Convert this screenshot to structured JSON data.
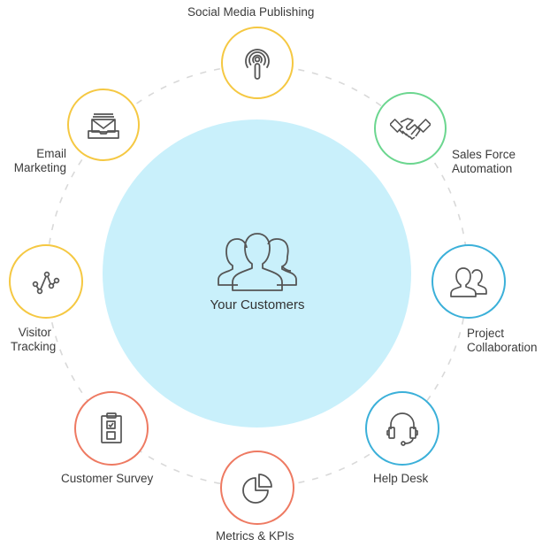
{
  "diagram": {
    "title": "Your Customers",
    "hub": {
      "label": "Your Customers",
      "icon": "customers-group-icon",
      "fill": "#c9f0fb"
    },
    "orbit": {
      "style": "dashed",
      "color": "#d6d6d6"
    },
    "nodes": [
      {
        "id": "social",
        "label_lines": [
          "Social Media Publishing"
        ],
        "icon": "broadcast-icon",
        "color": "#f5c842"
      },
      {
        "id": "sales",
        "label_lines": [
          "Sales Force",
          "Automation"
        ],
        "icon": "handshake-icon",
        "color": "#6bd68f"
      },
      {
        "id": "project",
        "label_lines": [
          "Project",
          "Collaboration"
        ],
        "icon": "users-icon",
        "color": "#3bb0d9"
      },
      {
        "id": "helpdesk",
        "label_lines": [
          "Help Desk"
        ],
        "icon": "headset-icon",
        "color": "#3bb0d9"
      },
      {
        "id": "metrics",
        "label_lines": [
          "Metrics & KPIs"
        ],
        "icon": "pie-chart-icon",
        "color": "#ee7a62"
      },
      {
        "id": "survey",
        "label_lines": [
          "Customer Survey"
        ],
        "icon": "clipboard-checklist-icon",
        "color": "#ee7a62"
      },
      {
        "id": "visitor",
        "label_lines": [
          "Visitor",
          "Tracking"
        ],
        "icon": "line-graph-icon",
        "color": "#f5c842"
      },
      {
        "id": "email",
        "label_lines": [
          "Email",
          "Marketing"
        ],
        "icon": "inbox-tray-icon",
        "color": "#f5c842"
      }
    ]
  }
}
